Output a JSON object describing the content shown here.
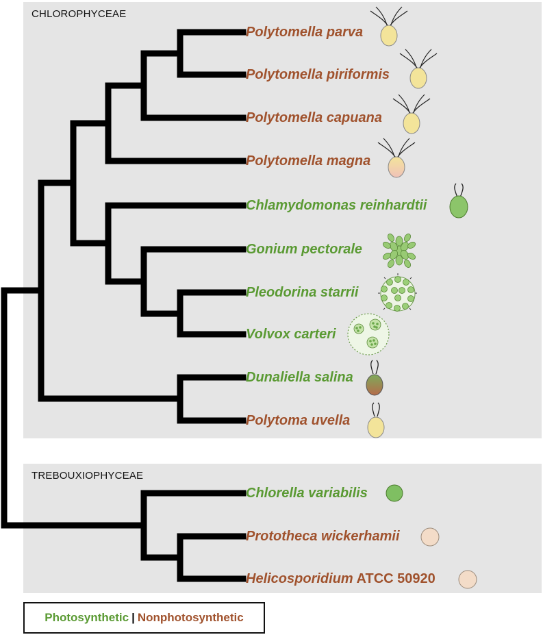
{
  "groups": {
    "chlorophyceae": "CHLOROPHYCEAE",
    "trebouxiophyceae": "TREBOUXIOPHYCEAE"
  },
  "colors": {
    "photosynthetic": "#5a9a33",
    "nonphotosynthetic": "#a0522d",
    "panel": "#e5e5e5",
    "branch": "#000000"
  },
  "taxa": [
    {
      "name": "Polytomella parva",
      "suffix": "",
      "type": "nonphotosynthetic",
      "icon": "biflagellate-yellow-cell"
    },
    {
      "name": "Polytomella piriformis",
      "suffix": "",
      "type": "nonphotosynthetic",
      "icon": "quadriflagellate-yellow-cell"
    },
    {
      "name": "Polytomella capuana",
      "suffix": "",
      "type": "nonphotosynthetic",
      "icon": "quadriflagellate-yellow-cell"
    },
    {
      "name": "Polytomella magna",
      "suffix": "",
      "type": "nonphotosynthetic",
      "icon": "quadriflagellate-pink-cell"
    },
    {
      "name": "Chlamydomonas reinhardtii",
      "suffix": "",
      "type": "photosynthetic",
      "icon": "biflagellate-green-cell"
    },
    {
      "name": "Gonium pectorale",
      "suffix": "",
      "type": "photosynthetic",
      "icon": "colonial-plate-green"
    },
    {
      "name": "Pleodorina starrii",
      "suffix": "",
      "type": "photosynthetic",
      "icon": "spherical-colony-green"
    },
    {
      "name": "Volvox carteri",
      "suffix": "",
      "type": "photosynthetic",
      "icon": "volvox-colony-green"
    },
    {
      "name": "Dunaliella salina",
      "suffix": "",
      "type": "photosynthetic",
      "icon": "biflagellate-brown-green-cell"
    },
    {
      "name": "Polytoma uvella",
      "suffix": "",
      "type": "nonphotosynthetic",
      "icon": "biflagellate-yellow-cell"
    },
    {
      "name": "Chlorella variabilis",
      "suffix": "",
      "type": "photosynthetic",
      "icon": "round-green-cell"
    },
    {
      "name": "Prototheca wickerhamii",
      "suffix": "",
      "type": "nonphotosynthetic",
      "icon": "round-pink-cell"
    },
    {
      "name": "Helicosporidium",
      "suffix": " ATCC 50920",
      "type": "nonphotosynthetic",
      "icon": "round-pink-cell"
    }
  ],
  "legend": {
    "photosynthetic": "Photosynthetic",
    "separator": "|",
    "nonphotosynthetic": "Nonphotosynthetic"
  }
}
